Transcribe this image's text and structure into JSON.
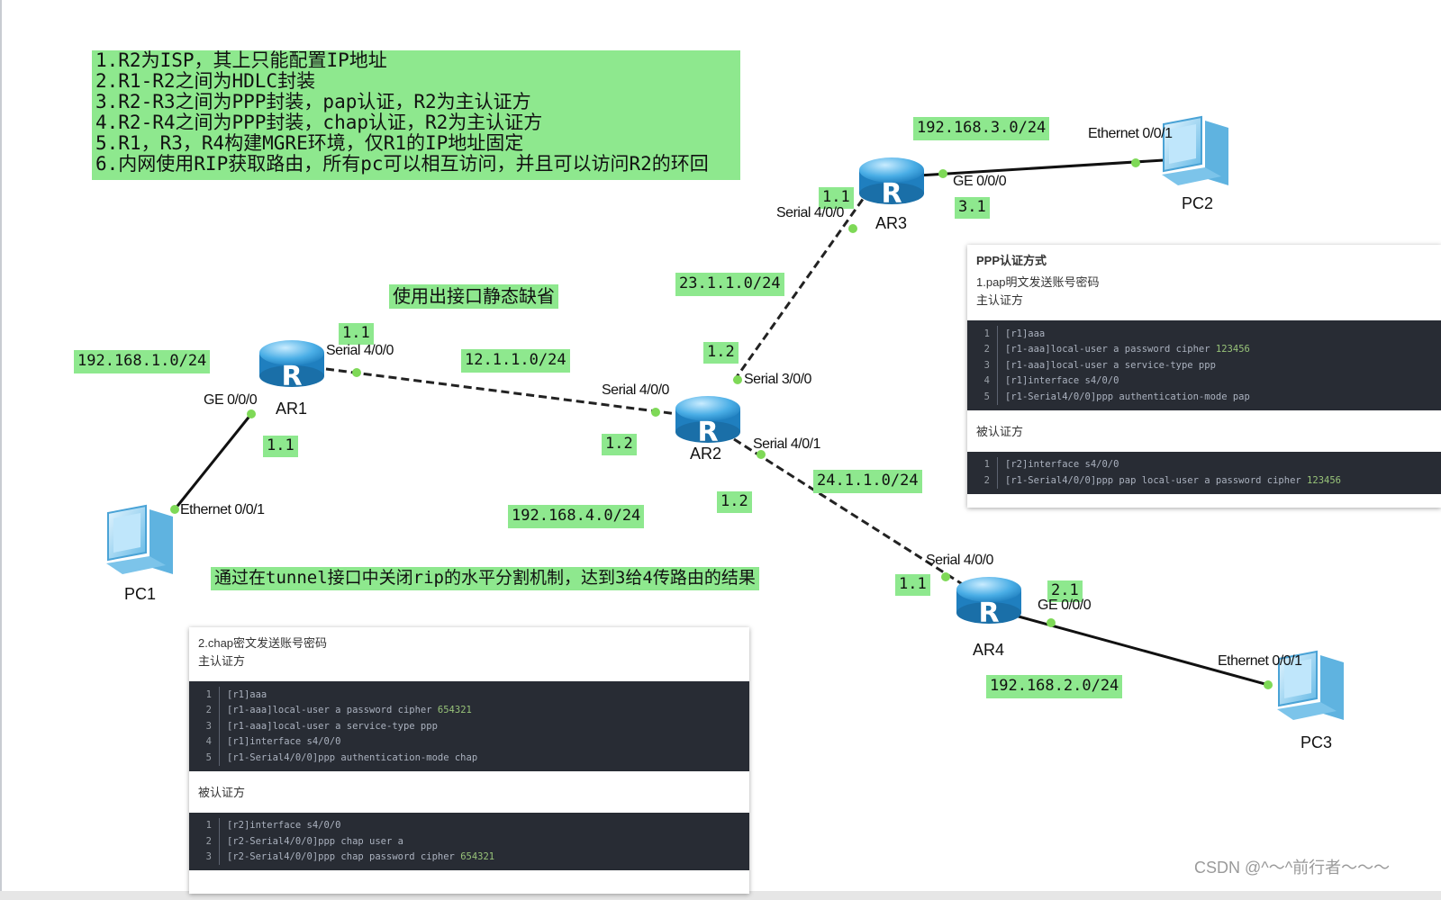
{
  "tasks": [
    "1.R2为ISP，其上只能配置IP地址",
    "2.R1-R2之间为HDLC封装",
    "3.R2-R3之间为PPP封装，pap认证，R2为主认证方",
    "4.R2-R4之间为PPP封装，chap认证，R2为主认证方",
    "5.R1，R3，R4构建MGRE环境，仅R1的IP地址固定",
    "6.内网使用RIP获取路由，所有pc可以相互访问，并且可以访问R2的环回"
  ],
  "notes": {
    "static_default": "使用出接口静态缺省",
    "split_horizon": "通过在tunnel接口中关闭rip的水平分割机制，达到3给4传路由的结果"
  },
  "devices": {
    "ar1": "AR1",
    "ar2": "AR2",
    "ar3": "AR3",
    "ar4": "AR4",
    "pc1": "PC1",
    "pc2": "PC2",
    "pc3": "PC3"
  },
  "networks": {
    "lan1": "192.168.1.0/24",
    "lan2": "192.168.2.0/24",
    "lan3": "192.168.3.0/24",
    "lan4": "192.168.4.0/24",
    "link12": "12.1.1.0/24",
    "link23": "23.1.1.0/24",
    "link24": "24.1.1.0/24"
  },
  "addresses": {
    "ar1_s": "1.1",
    "ar1_ge": "1.1",
    "ar2_s400": "1.2",
    "ar2_s300": "1.2",
    "ar2_s401": "1.2",
    "ar3_s": "1.1",
    "ar3_ge": "3.1",
    "ar4_s": "1.1",
    "ar4_ge": "2.1"
  },
  "ports": {
    "ar1_serial": "Serial 4/0/0",
    "ar1_ge": "GE 0/0/0",
    "pc1_eth": "Ethernet 0/0/1",
    "ar2_serial400": "Serial 4/0/0",
    "ar2_serial300": "Serial 3/0/0",
    "ar2_serial401": "Serial 4/0/1",
    "ar3_serial": "Serial 4/0/0",
    "ar3_ge": "GE 0/0/0",
    "pc2_eth": "Ethernet 0/0/1",
    "ar4_serial": "Serial 4/0/0",
    "ar4_ge": "GE 0/0/0",
    "pc3_eth": "Ethernet 0/0/1"
  },
  "pap_panel": {
    "title": "PPP认证方式",
    "subtitle": "1.pap明文发送账号密码",
    "master_label": "主认证方",
    "master_code": [
      {
        "n": "1",
        "text": "[r1]aaa",
        "num": ""
      },
      {
        "n": "2",
        "text": "[r1-aaa]local-user a password cipher ",
        "num": "123456"
      },
      {
        "n": "3",
        "text": "[r1-aaa]local-user a service-type ppp",
        "num": ""
      },
      {
        "n": "4",
        "text": "[r1]interface s4/0/0",
        "num": ""
      },
      {
        "n": "5",
        "text": "[r1-Serial4/0/0]ppp authentication-mode pap",
        "num": ""
      }
    ],
    "slave_label": "被认证方",
    "slave_code": [
      {
        "n": "1",
        "text": "[r2]interface s4/0/0",
        "num": ""
      },
      {
        "n": "2",
        "text": "[r1-Serial4/0/0]ppp pap local-user a password cipher ",
        "num": "123456"
      }
    ]
  },
  "chap_panel": {
    "subtitle": "2.chap密文发送账号密码",
    "master_label": "主认证方",
    "master_code": [
      {
        "n": "1",
        "text": "[r1]aaa",
        "num": ""
      },
      {
        "n": "2",
        "text": "[r1-aaa]local-user a password cipher ",
        "num": "654321"
      },
      {
        "n": "3",
        "text": "[r1-aaa]local-user a service-type ppp",
        "num": ""
      },
      {
        "n": "4",
        "text": "[r1]interface s4/0/0",
        "num": ""
      },
      {
        "n": "5",
        "text": "[r1-Serial4/0/0]ppp authentication-mode chap",
        "num": ""
      }
    ],
    "slave_label": "被认证方",
    "slave_code": [
      {
        "n": "1",
        "text": "[r2]interface s4/0/0",
        "num": ""
      },
      {
        "n": "2",
        "text": "[r2-Serial4/0/0]ppp chap user a",
        "num": ""
      },
      {
        "n": "3",
        "text": "[r2-Serial4/0/0]ppp chap password cipher ",
        "num": "654321"
      }
    ]
  },
  "watermark": "CSDN @^～^前行者～～～",
  "colors": {
    "label_green": "#8ee88e",
    "port_dot": "#7ed957",
    "router_blue": "#3aa0dc",
    "code_bg": "#282c34"
  },
  "icons": {
    "router": "router-icon",
    "pc": "pc-icon"
  }
}
